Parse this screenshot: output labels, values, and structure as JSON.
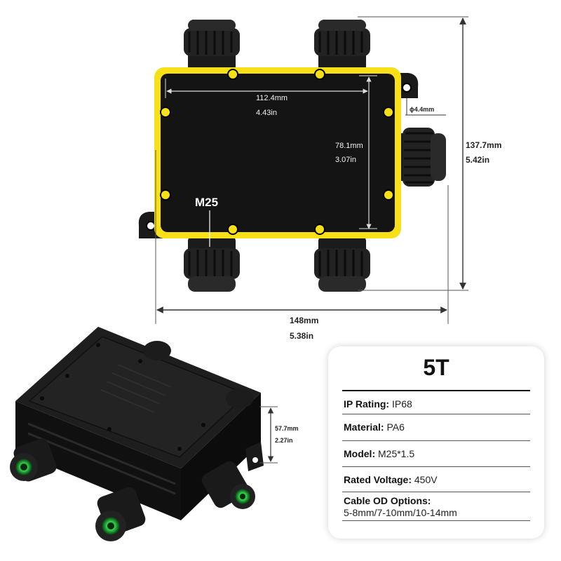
{
  "top_view": {
    "inner_width_mm": "112.4mm",
    "inner_width_in": "4.43in",
    "inner_height_mm": "78.1mm",
    "inner_height_in": "3.07in",
    "hole_label": "ϕ4.4mm",
    "thread_label": "M25",
    "total_height_mm": "137.7mm",
    "total_height_in": "5.42in",
    "total_width_mm": "148mm",
    "total_width_in": "5.38in"
  },
  "side_view": {
    "height_mm": "57.7mm",
    "height_in": "2.27in"
  },
  "spec_card": {
    "title": "5T",
    "rows": [
      {
        "label": "IP Rating:",
        "value": "IP68"
      },
      {
        "label": "Material:",
        "value": "PA6"
      },
      {
        "label": "Model:",
        "value": "M25*1.5"
      },
      {
        "label": "Rated Voltage:",
        "value": "450V"
      },
      {
        "label": "Cable OD Options:",
        "value": "5-8mm/7-10mm/10-14mm"
      }
    ]
  },
  "colors": {
    "gasket_yellow": "#f7e018",
    "body_black": "#141414",
    "seal_green": "#2fd64a"
  }
}
